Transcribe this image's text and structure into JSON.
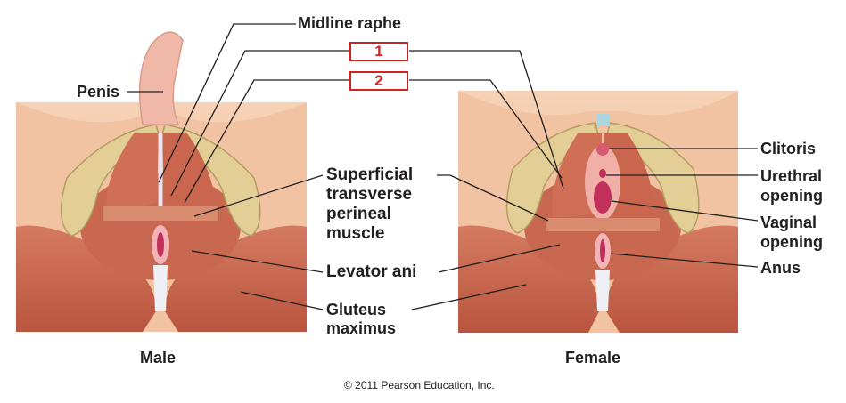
{
  "labels": {
    "midline_raphe": "Midline raphe",
    "penis": "Penis",
    "superficial_transverse": [
      "Superficial",
      "transverse",
      "perineal",
      "muscle"
    ],
    "levator_ani": "Levator ani",
    "gluteus_maximus": [
      "Gluteus",
      "maximus"
    ],
    "clitoris": "Clitoris",
    "urethral_opening": [
      "Urethral",
      "opening"
    ],
    "vaginal_opening": [
      "Vaginal",
      "opening"
    ],
    "anus": "Anus"
  },
  "blanks": [
    "1",
    "2"
  ],
  "captions": {
    "male": "Male",
    "female": "Female"
  },
  "copyright": "© 2011 Pearson Education, Inc.",
  "colors": {
    "muscle": "#c8654c",
    "skin": "#f2c8a8",
    "bone": "#e3cf96",
    "label_box": "#d62020",
    "leader": "#231f20"
  }
}
